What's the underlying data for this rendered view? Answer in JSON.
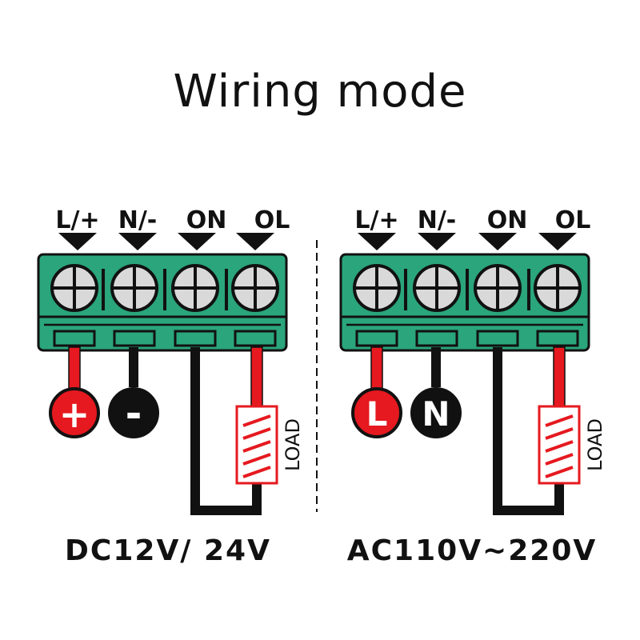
{
  "title": "Wiring mode",
  "colors": {
    "terminal_green": "#2aa57c",
    "wire_red": "#e5191f",
    "wire_black": "#111111",
    "screw_gray": "#d9d9d9"
  },
  "panels": [
    {
      "terminal_labels": [
        "L/+",
        "N/-",
        "ON",
        "OL"
      ],
      "source_symbols": [
        "+",
        "-"
      ],
      "load_label": "LOAD",
      "caption": "DC12V/ 24V"
    },
    {
      "terminal_labels": [
        "L/+",
        "N/-",
        "ON",
        "OL"
      ],
      "source_symbols": [
        "L",
        "N"
      ],
      "load_label": "LOAD",
      "caption": "AC110V~220V"
    }
  ]
}
